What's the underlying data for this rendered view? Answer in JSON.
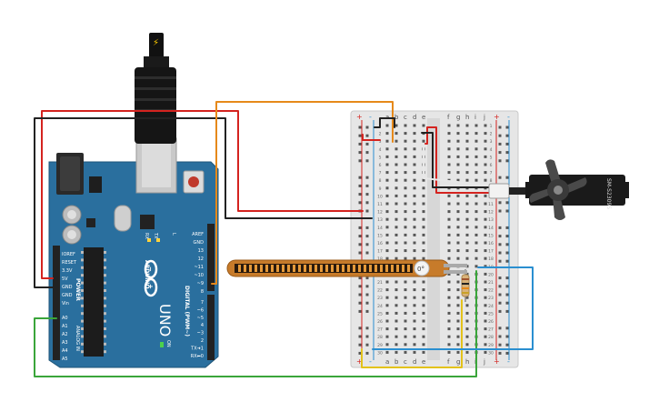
{
  "board": {
    "brand": "ARDUINO",
    "model": "UNO",
    "digital_label": "DIGITAL (PWM~)",
    "power_label": "POWER",
    "analog_label": "ANALOG IN",
    "led_on": "ON",
    "led_l": "L",
    "led_tx": "TX",
    "led_rx": "RX",
    "power_pins": [
      "IOREF",
      "RESET",
      "3.3V",
      "5V",
      "GND",
      "GND",
      "Vin"
    ],
    "analog_pins": [
      "A0",
      "A1",
      "A2",
      "A3",
      "A4",
      "A5"
    ],
    "digital_pins_top": [
      "AREF",
      "GND",
      "13",
      "12",
      "~11",
      "~10",
      "~9",
      "8"
    ],
    "digital_pins_bottom": [
      "7",
      "~6",
      "~5",
      "4",
      "~3",
      "2",
      "TX➜1",
      "RX⬅0"
    ]
  },
  "breadboard": {
    "cols_left": [
      "a",
      "b",
      "c",
      "d",
      "e"
    ],
    "cols_right": [
      "f",
      "g",
      "h",
      "i",
      "j"
    ],
    "rail_plus": "+",
    "rail_minus": "-",
    "row_numbers": [
      "1",
      "2",
      "3",
      "4",
      "5",
      "6",
      "7",
      "8",
      "9",
      "10",
      "11",
      "12",
      "13",
      "14",
      "15",
      "16",
      "17",
      "18",
      "19",
      "20",
      "21",
      "22",
      "23",
      "24",
      "25",
      "26",
      "27",
      "28",
      "29",
      "30"
    ]
  },
  "flex_sensor": {
    "reading": "0°"
  },
  "servo": {
    "model": "SM-S2309S"
  },
  "colors": {
    "board": "#2a6f9e",
    "wire_red": "#d4231f",
    "wire_black": "#222222",
    "wire_orange": "#e6891a",
    "wire_green": "#3aa53a",
    "wire_yellow": "#e3c21a",
    "wire_blue": "#2a8fd0"
  }
}
